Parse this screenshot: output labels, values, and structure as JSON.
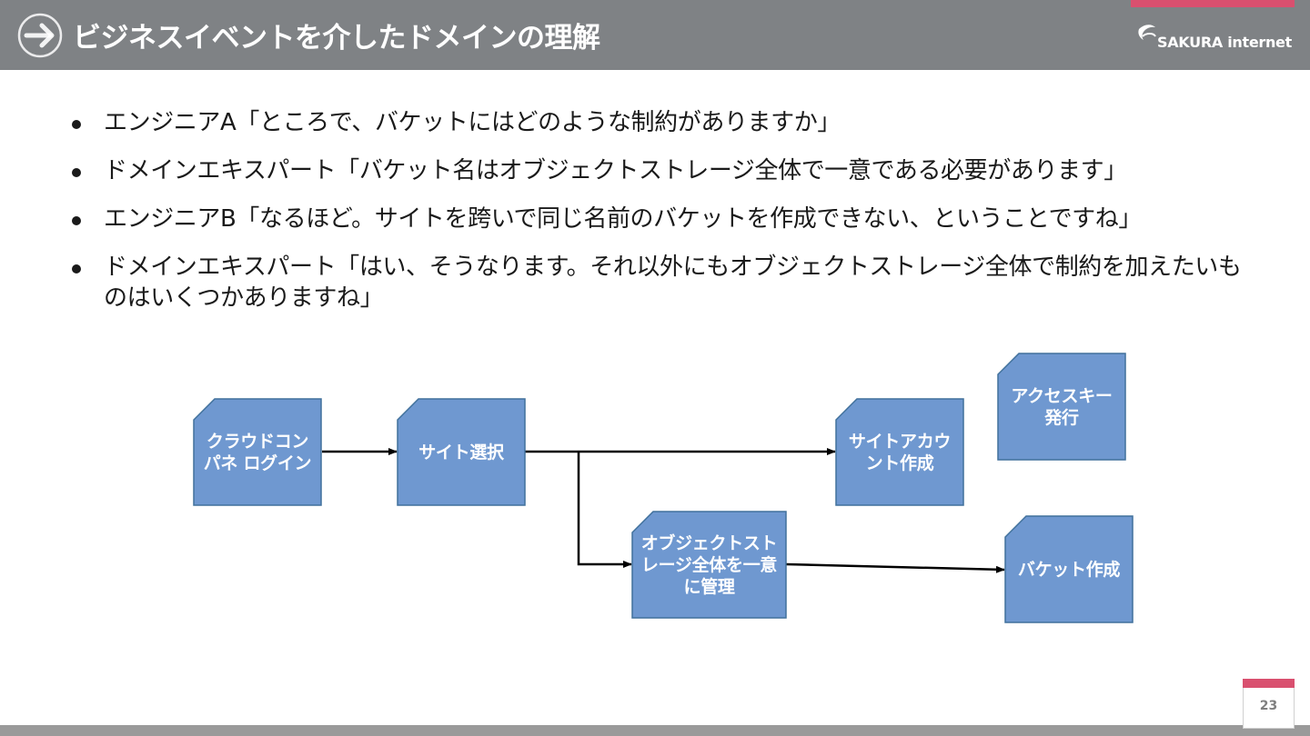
{
  "header": {
    "title": "ビジネスイベントを介したドメインの理解",
    "logo_text": "SAKURA internet",
    "accent_color": "#d9506f",
    "background_color": "#7f8285"
  },
  "bullets": [
    "エンジニアA「ところで、バケットにはどのような制約がありますか」",
    "ドメインエキスパート「バケット名はオブジェクトストレージ全体で一意である必要があります」",
    "エンジニアB「なるほど。サイトを跨いで同じ名前のバケットを作成できない、ということですね」",
    "ドメインエキスパート「はい、そうなります。それ以外にもオブジェクトストレージ全体で制約を加えたいものはいくつかありますね」"
  ],
  "diagram": {
    "box_color": "#6f98d0",
    "box_border_color": "#41719c",
    "nodes": [
      {
        "id": "login",
        "label": "クラウドコンパネ ログイン"
      },
      {
        "id": "site_select",
        "label": "サイト選択"
      },
      {
        "id": "site_account",
        "label": "サイトアカウント作成"
      },
      {
        "id": "access_key",
        "label": "アクセスキー発行"
      },
      {
        "id": "obj_storage",
        "label": "オブジェクトストレージ全体を一意に管理"
      },
      {
        "id": "bucket",
        "label": "バケット作成"
      }
    ],
    "edges": [
      {
        "from": "login",
        "to": "site_select"
      },
      {
        "from": "site_select",
        "to": "site_account"
      },
      {
        "from": "site_select",
        "to": "obj_storage"
      },
      {
        "from": "obj_storage",
        "to": "bucket"
      }
    ]
  },
  "footer": {
    "page_number": "23"
  }
}
